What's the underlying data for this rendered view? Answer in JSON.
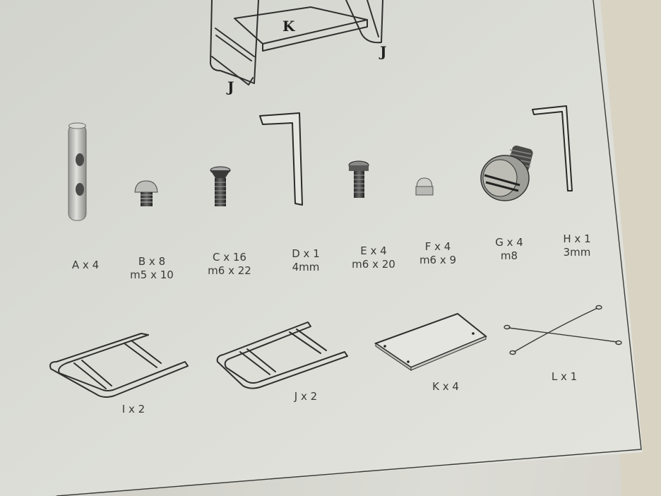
{
  "parts": [
    {
      "id": "A",
      "qty": "A x 4",
      "size": ""
    },
    {
      "id": "B",
      "qty": "B x 8",
      "size": "m5 x 10"
    },
    {
      "id": "C",
      "qty": "C x 16",
      "size": "m6 x 22"
    },
    {
      "id": "D",
      "qty": "D x 1",
      "size": "4mm"
    },
    {
      "id": "E",
      "qty": "E x 4",
      "size": "m6 x 20"
    },
    {
      "id": "F",
      "qty": "F x 4",
      "size": "m6 x 9"
    },
    {
      "id": "G",
      "qty": "G x 4",
      "size": "m8"
    },
    {
      "id": "H",
      "qty": "H x 1",
      "size": "3mm"
    },
    {
      "id": "I",
      "qty": "I x 2",
      "size": ""
    },
    {
      "id": "J",
      "qty": "J x 2",
      "size": ""
    },
    {
      "id": "K",
      "qty": "K x 4",
      "size": ""
    },
    {
      "id": "L",
      "qty": "L x 1",
      "size": ""
    }
  ],
  "diagram_tags": {
    "k": "K",
    "j_left": "J",
    "j_right": "J"
  },
  "colors": {
    "paper": "#e6e6e0",
    "ink": "#2f2f2d",
    "background": "#d8d4c6"
  }
}
